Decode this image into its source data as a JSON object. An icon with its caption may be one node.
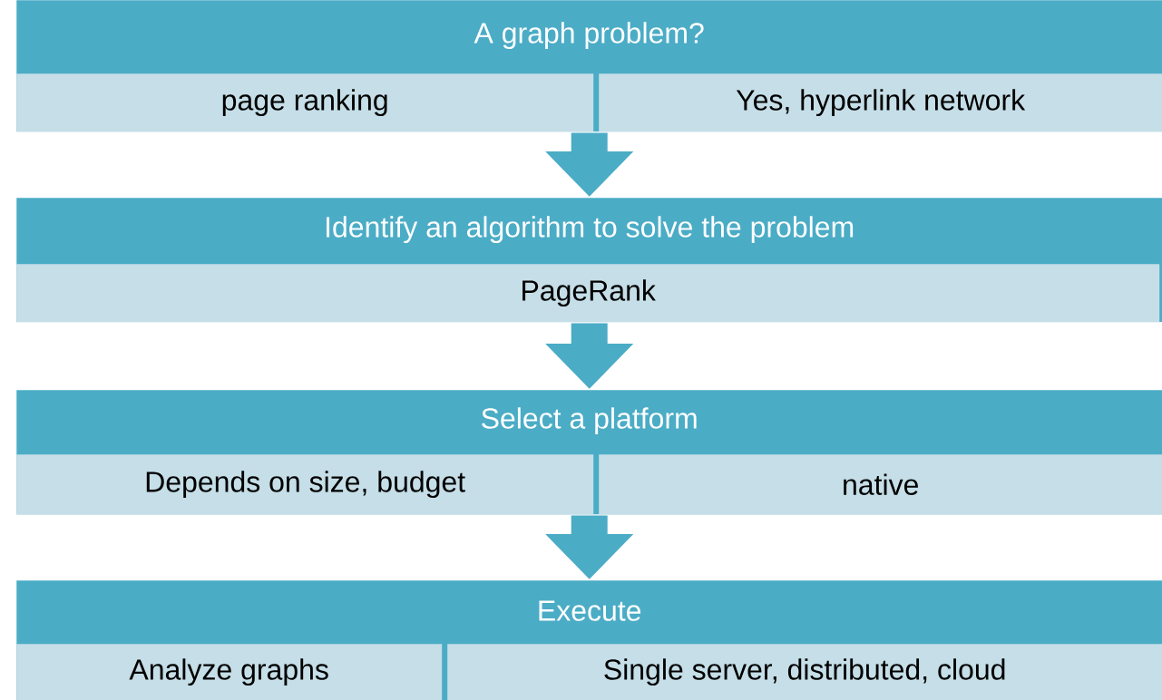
{
  "diagram": {
    "nodes": [
      {
        "text": [
          "A graph problem?"
        ]
      },
      {
        "text": [
          "page ranking"
        ],
        "in": 0
      },
      {
        "text": [
          "Yes, hyperlink network"
        ],
        "in": 0
      },
      {
        "text": [
          "Identify an algorithm to solve the problem"
        ]
      },
      {
        "text": [
          "PageRank"
        ],
        "in": 3
      },
      {
        "text": [
          "Select a platform"
        ]
      },
      {
        "text": [
          "Depends on size, budget"
        ],
        "in": 5
      },
      {
        "text": [
          "native"
        ],
        "in": 5
      },
      {
        "text": [
          "Execute"
        ]
      },
      {
        "text": [
          "Analyze graphs"
        ],
        "in": 8
      },
      {
        "text": [
          "Single server, distributed, cloud"
        ],
        "in": 8
      }
    ],
    "edges": [
      {
        "from": 0,
        "to": 3,
        "arrow": "to"
      },
      {
        "from": 3,
        "to": 5,
        "arrow": "to"
      },
      {
        "from": 5,
        "to": 8,
        "arrow": "to"
      }
    ]
  }
}
